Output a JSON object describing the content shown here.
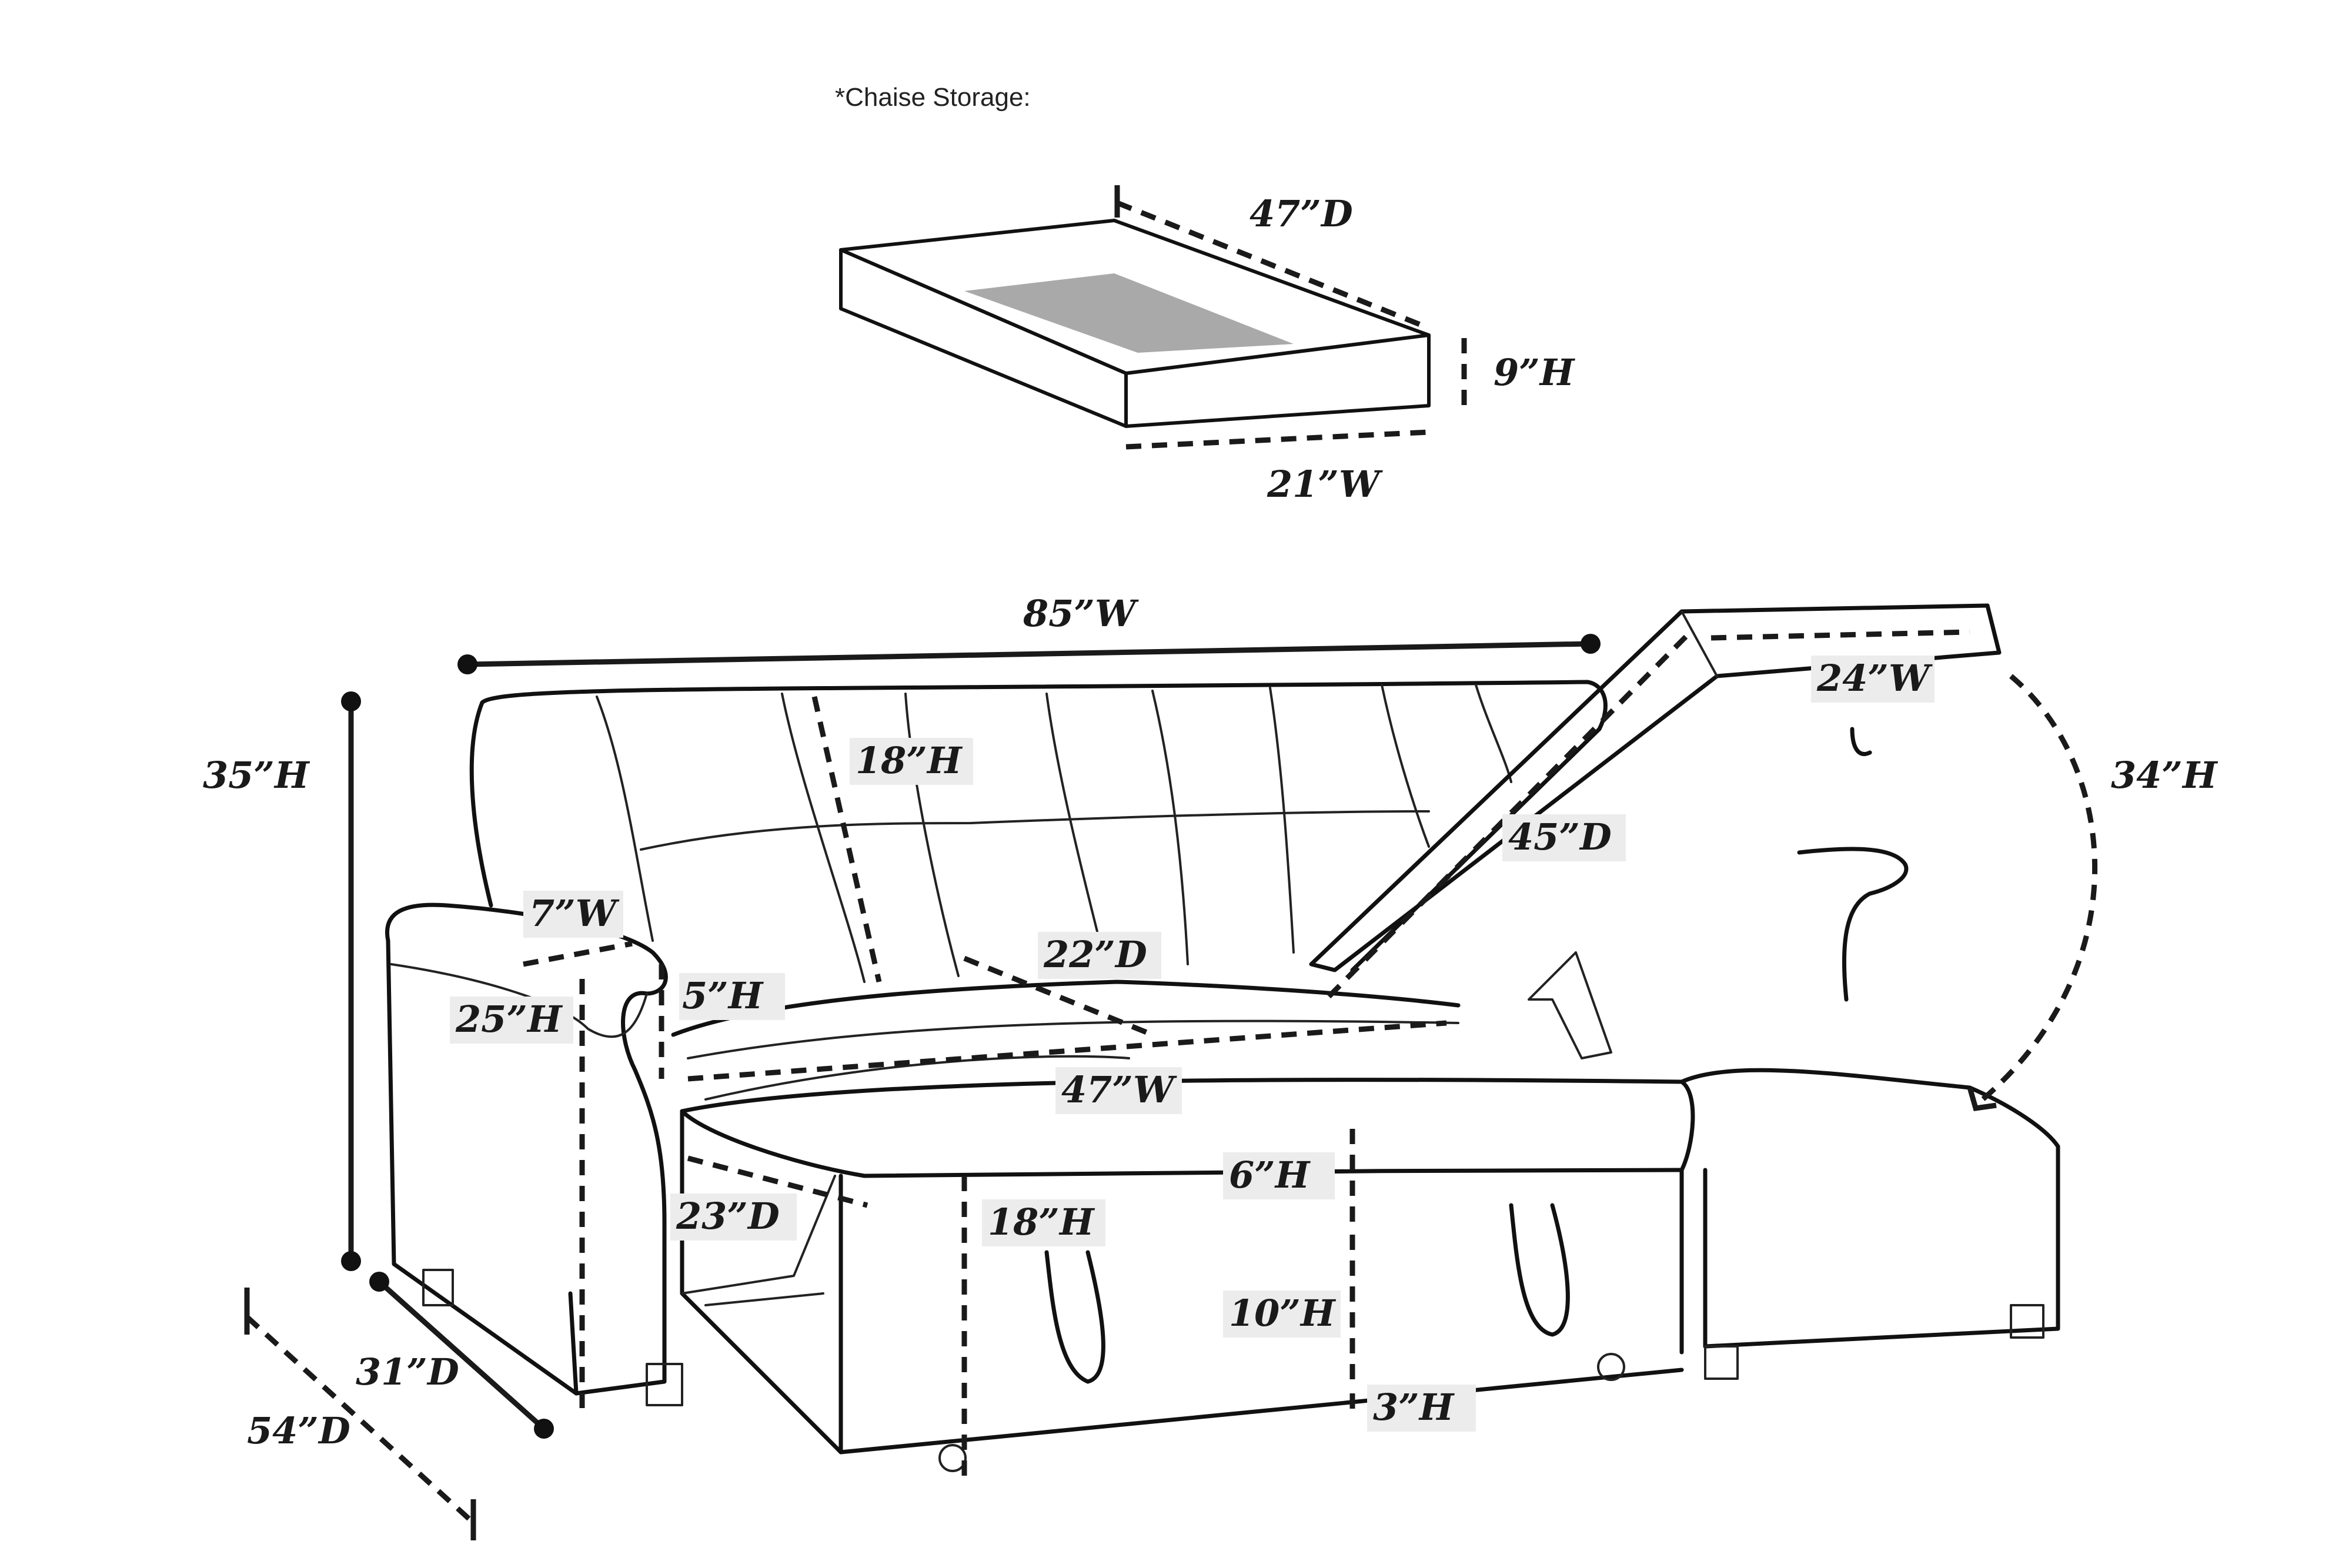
{
  "caption": "*Chaise Storage:",
  "storage": {
    "depth": "47”D",
    "height": "9”H",
    "width": "21”W"
  },
  "dimensions": {
    "overall_width": "85”W",
    "overall_height": "35”H",
    "back_height": "18”H",
    "arm_width": "7”W",
    "arm_height": "25”H",
    "arm_above_seat": "5”H",
    "seat_depth": "22”D",
    "seat_width": "47”W",
    "bed_depth": "23”D",
    "bed_height": "18”H",
    "cushion_height": "6”H",
    "base_height": "10”H",
    "leg_height": "3”H",
    "sofa_depth": "31”D",
    "total_depth": "54”D",
    "lid_width": "24”W",
    "lid_depth": "45”D",
    "lid_open_height": "34”H"
  }
}
